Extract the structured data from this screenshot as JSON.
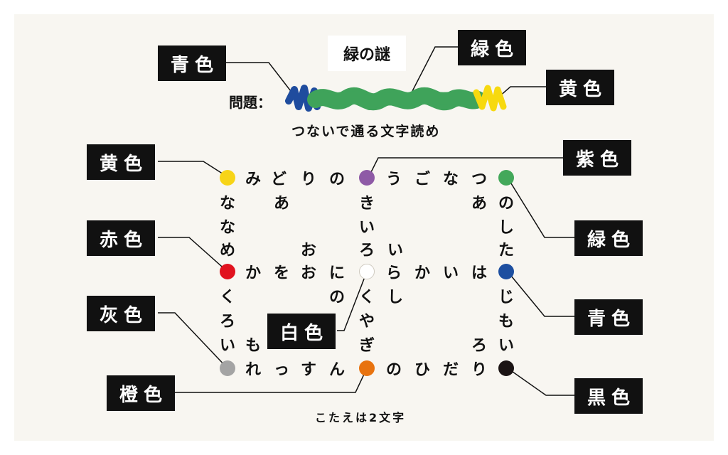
{
  "title": "緑の謎",
  "question_label": "問題：",
  "subtitle": "つないで通る文字読め",
  "answer_hint": "こたえは2文字",
  "labels": {
    "top_blue": "青色",
    "top_green": "緑色",
    "top_yellow": "黄色",
    "yellow": "黄色",
    "purple": "紫色",
    "red": "赤色",
    "green": "緑色",
    "gray": "灰色",
    "white": "白色",
    "blue": "青色",
    "orange": "橙色",
    "black": "黒色"
  },
  "colors": {
    "yellow": "#f7d417",
    "purple": "#8e5aa6",
    "green": "#43a85a",
    "red": "#e1121e",
    "white": "#ffffff",
    "blue": "#1d4fa0",
    "gray": "#a4a4a4",
    "orange": "#e8730f",
    "black": "#1b1414",
    "stroke_blue": "#1f4c9e",
    "stroke_green": "#3fa35a",
    "stroke_yellow": "#f7d90f"
  },
  "grid": {
    "row0": [
      "み",
      "ど",
      "り",
      "の",
      "う",
      "ご",
      "な",
      "つ"
    ],
    "row4": [
      "か",
      "を",
      "お",
      "に",
      "ら",
      "か",
      "い",
      "は"
    ],
    "row8": [
      "れ",
      "っ",
      "す",
      "ん",
      "の",
      "ひ",
      "だ",
      "り"
    ],
    "col0": [
      "な",
      "な",
      "め",
      "く",
      "ろ",
      "い"
    ],
    "col4": [
      "き",
      "い",
      "ろ",
      "く",
      "や",
      "ぎ"
    ],
    "col8": [
      "の",
      "し",
      "た",
      "じ",
      "も",
      "い"
    ],
    "extra": [
      "あ",
      "お",
      "い",
      "の",
      "し",
      "も",
      "あ",
      "ろ"
    ]
  }
}
